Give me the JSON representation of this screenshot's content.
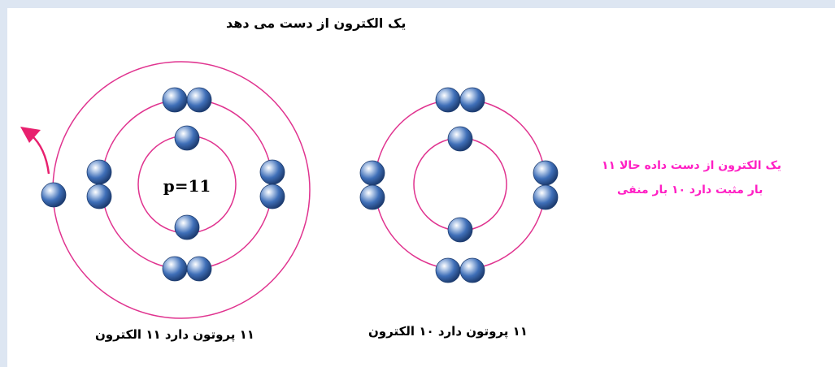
{
  "colors": {
    "background": "#dde6f2",
    "panel": "#ffffff",
    "orbit": "#e0338f",
    "arrow": "#e8206e",
    "electron": "#3f6fb8",
    "note_text": "#ff1fc4"
  },
  "top_caption": "یک الکترون از دست می دهد",
  "atom_before": {
    "nucleus_label": "p=11",
    "caption": "۱۱ پروتون دارد ۱۱ الکترون"
  },
  "atom_after": {
    "caption": "۱۱ پروتون دارد ۱۰ الکترون"
  },
  "side_note": {
    "line1": "یک الکترون از دست داده حالا ۱۱",
    "line2": "بار مثبت دارد ۱۰ بار منفی"
  }
}
